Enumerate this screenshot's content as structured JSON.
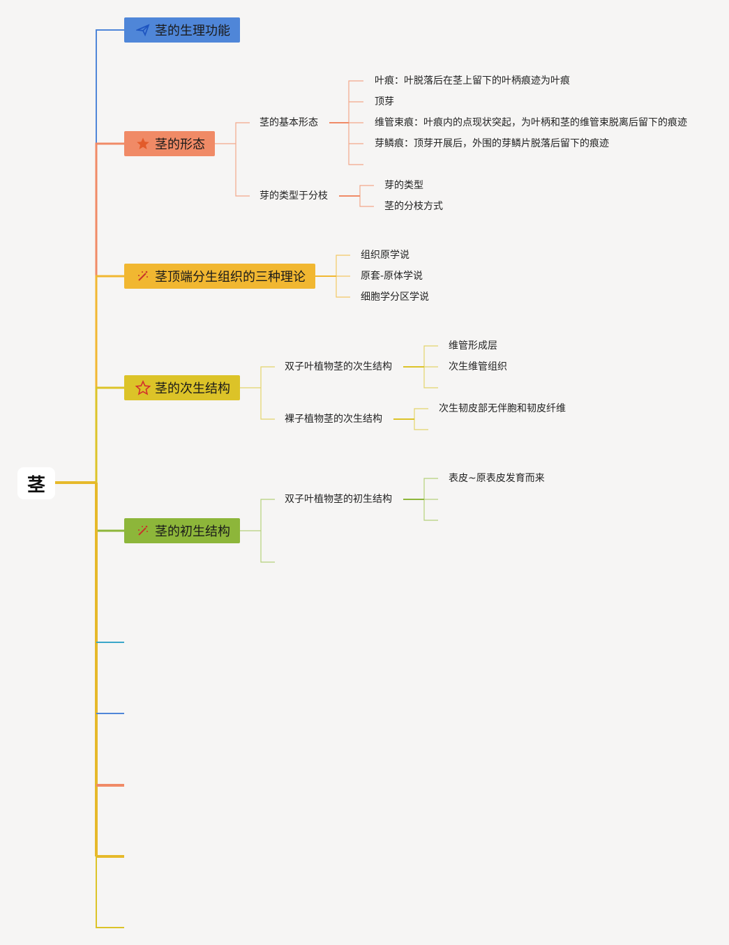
{
  "root": {
    "label": "茎"
  },
  "branches": [
    {
      "label": "茎的生理功能",
      "color": "#4f86d8",
      "icon": "paper-plane-icon"
    },
    {
      "label": "茎的形态",
      "color": "#f08a66",
      "icon": "star-icon"
    },
    {
      "label": "茎顶端分生组织的三种理论",
      "color": "#f1b731",
      "icon": "wand-icon"
    },
    {
      "label": "茎的次生结构",
      "color": "#dcc328",
      "icon": "star-outline-icon"
    },
    {
      "label": "茎的初生结构",
      "color": "#8db63a",
      "icon": "wand-icon"
    }
  ],
  "morphology": {
    "basic_form": "茎的基本形态",
    "basic_items": [
      "叶痕：叶脱落后在茎上留下的叶柄痕迹为叶痕",
      "顶芽",
      "维管束痕：叶痕内的点现状突起，为叶柄和茎的维管束脱离后留下的痕迹",
      "芽鳞痕：顶芽开展后，外围的芽鳞片脱落后留下的痕迹"
    ],
    "bud_types": "芽的类型于分枝",
    "bud_items": [
      "芽的类型",
      "茎的分枝方式"
    ]
  },
  "theories": [
    "组织原学说",
    "原套-原体学说",
    "细胞学分区学说"
  ],
  "secondary": {
    "dicot": "双子叶植物茎的次生结构",
    "dicot_items": [
      "维管形成层",
      "次生维管组织"
    ],
    "gymno": "裸子植物茎的次生结构",
    "gymno_items": [
      "次生韧皮部无伴胞和韧皮纤维"
    ]
  },
  "primary": {
    "dicot": "双子叶植物茎的初生结构",
    "dicot_items": [
      "表皮~原表皮发育而来"
    ]
  },
  "colors": {
    "blue": "#4f86d8",
    "coral": "#f08a66",
    "amber": "#f1b731",
    "mustard": "#dcc328",
    "green": "#8db63a",
    "teal": "#3aa6c9",
    "trunk": "#e6b92a"
  }
}
